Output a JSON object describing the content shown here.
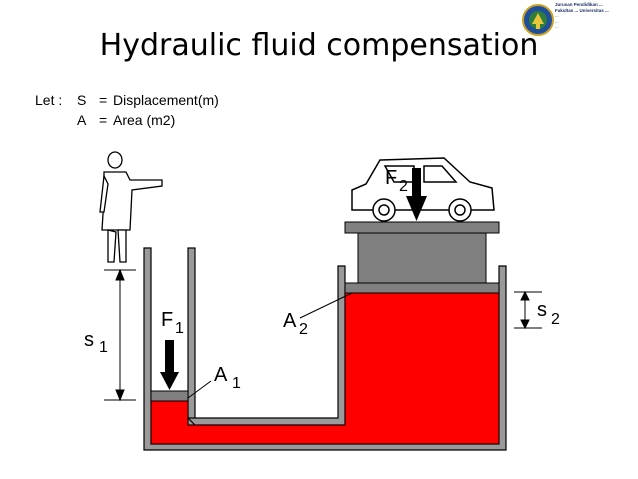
{
  "title": "Hydraulic fluid compensation",
  "legend": {
    "prefix": "Let :",
    "items": [
      {
        "symbol": "S",
        "eq": "=",
        "desc": "Displacement(m)"
      },
      {
        "symbol": "A",
        "eq": "=",
        "desc": "Area (m2)"
      }
    ]
  },
  "logo": {
    "line1": "Jurusan Pendidikan ...",
    "line2": "Fakultas ... Universitas ...",
    "line3": "...",
    "line4": "...",
    "line5": "..."
  },
  "diagram": {
    "fluid_color": "#ff0000",
    "piston_color": "#808080",
    "labels": {
      "s1": "s",
      "s1_sub": "1",
      "f1": "F",
      "f1_sub": "1",
      "a1": "A",
      "a1_sub": "1",
      "a2": "A",
      "a2_sub": "2",
      "f2": "F",
      "f2_sub": "2",
      "s2": "s",
      "s2_sub": "2"
    }
  }
}
